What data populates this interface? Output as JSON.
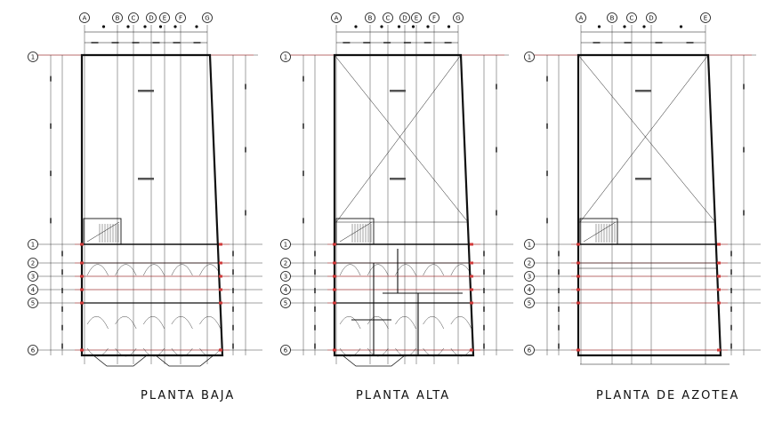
{
  "plans": [
    {
      "title": "PLANTA BAJA",
      "column_axes": [
        "A",
        "B",
        "C",
        "D",
        "E",
        "F",
        "G"
      ],
      "row_axes": [
        "1",
        "2",
        "3",
        "4",
        "5",
        "6"
      ],
      "top_axis": "1"
    },
    {
      "title": "PLANTA ALTA",
      "column_axes": [
        "A",
        "B",
        "C",
        "D",
        "E",
        "F",
        "G"
      ],
      "row_axes": [
        "1",
        "2",
        "3",
        "4",
        "5",
        "6"
      ],
      "top_axis": "1"
    },
    {
      "title": "PLANTA DE AZOTEA",
      "column_axes": [
        "A",
        "B",
        "C",
        "D",
        "E"
      ],
      "row_axes": [
        "1",
        "2",
        "3",
        "4",
        "5",
        "6"
      ],
      "top_axis": "1"
    }
  ],
  "colors": {
    "line": "#111111",
    "dimension": "#d23a3a",
    "background": "#ffffff"
  }
}
